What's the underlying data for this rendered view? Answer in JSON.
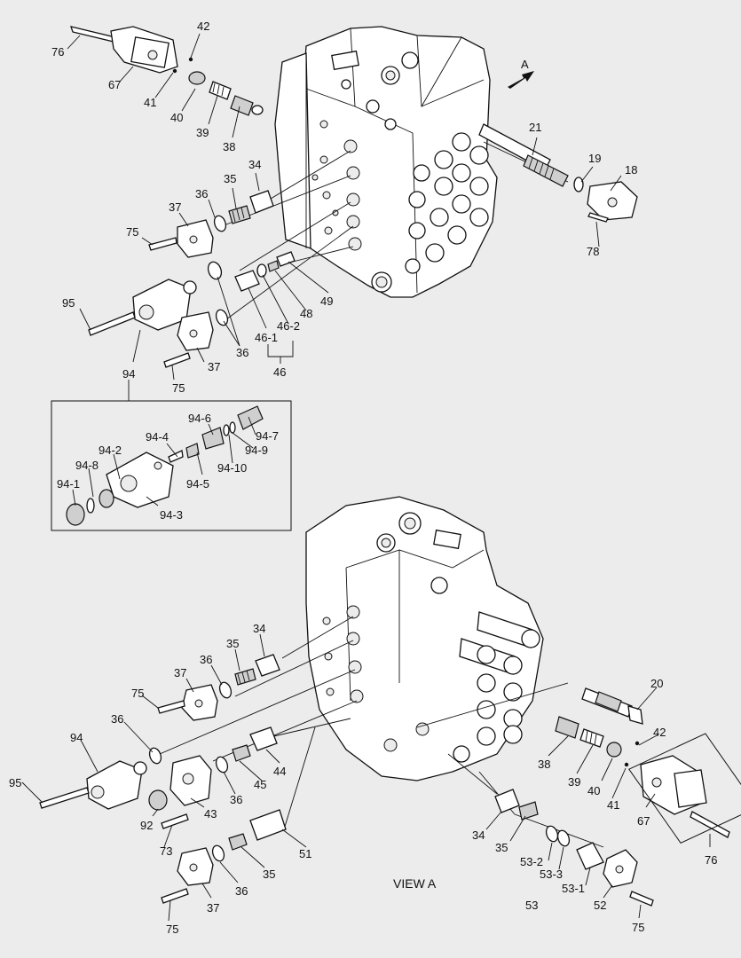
{
  "callouts": {
    "top": {
      "c76": "76",
      "c42": "42",
      "c67": "67",
      "c41": "41",
      "c40": "40",
      "c39": "39",
      "c38": "38",
      "c21": "21",
      "arrowA": "A",
      "c19": "19",
      "c18": "18",
      "c78": "78",
      "c34": "34",
      "c35": "35",
      "c36a": "36",
      "c37a": "37",
      "c75a": "75",
      "c49": "49",
      "c48": "48",
      "c46_2": "46-2",
      "c46_1": "46-1",
      "c46": "46",
      "c36b": "36",
      "c95": "95",
      "c94": "94",
      "c37b": "37",
      "c75b": "75"
    },
    "detail94": {
      "c94_6": "94-6",
      "c94_7": "94-7",
      "c94_9": "94-9",
      "c94_10": "94-10",
      "c94_4": "94-4",
      "c94_5": "94-5",
      "c94_2": "94-2",
      "c94_8": "94-8",
      "c94_1": "94-1",
      "c94_3": "94-3"
    },
    "viewA": {
      "c34a": "34",
      "c35a": "35",
      "c36a": "36",
      "c37": "37",
      "c75a": "75",
      "c36b": "36",
      "c94": "94",
      "c95": "95",
      "c92": "92",
      "c43": "43",
      "c73": "73",
      "c36c": "36",
      "c45": "45",
      "c44": "44",
      "c51": "51",
      "c35b": "35",
      "c36d": "36",
      "c37b": "37",
      "c75b": "75",
      "c20": "20",
      "c42": "42",
      "c38": "38",
      "c39": "39",
      "c40": "40",
      "c41": "41",
      "c67": "67",
      "c76": "76",
      "c34b": "34",
      "c35c": "35",
      "c53_2": "53-2",
      "c53_3": "53-3",
      "c53_1": "53-1",
      "c53": "53",
      "c52": "52",
      "c75c": "75"
    }
  },
  "view_label": "VIEW  A"
}
